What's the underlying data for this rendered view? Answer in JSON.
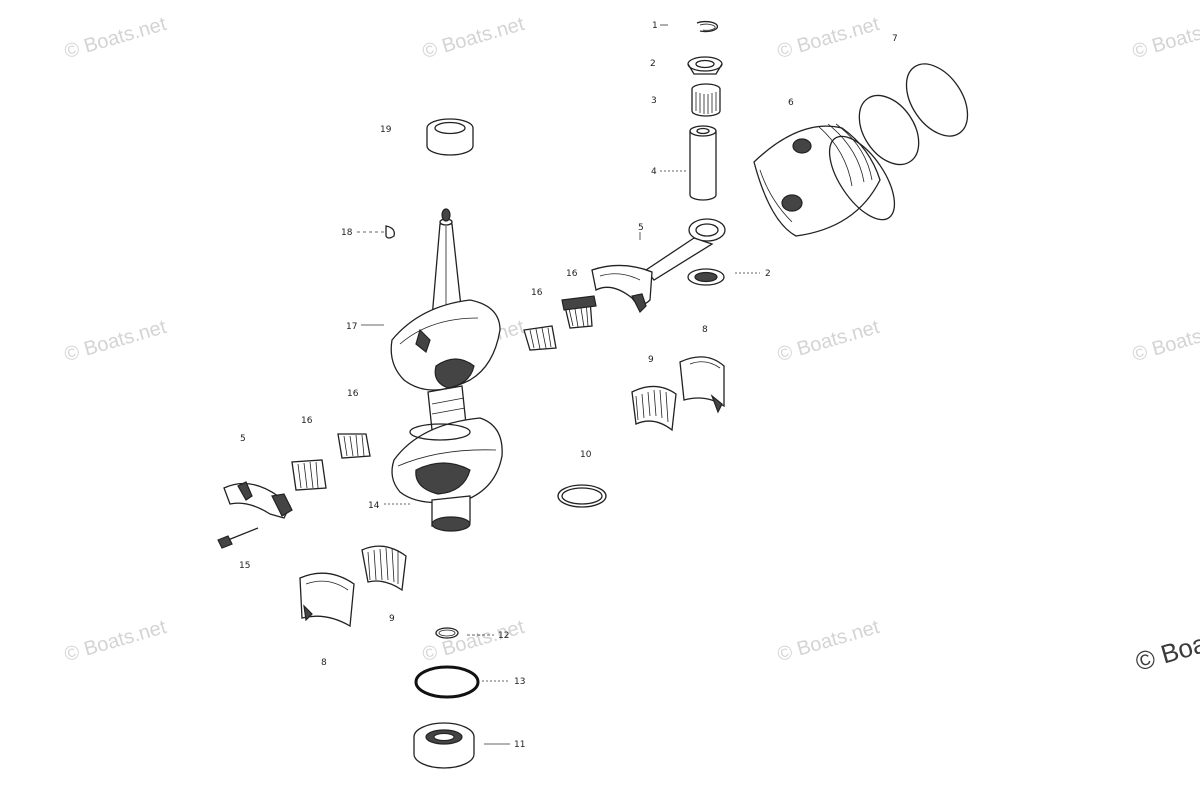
{
  "watermarks": {
    "text": "© Boats.net",
    "corner_text": "© Boa"
  },
  "callouts": {
    "n1": "1",
    "n2a": "2",
    "n2b": "2",
    "n3": "3",
    "n4": "4",
    "n5a": "5",
    "n5b": "5",
    "n6": "6",
    "n7": "7",
    "n8a": "8",
    "n8b": "8",
    "n9a": "9",
    "n9b": "9",
    "n10": "10",
    "n11": "11",
    "n12": "12",
    "n13": "13",
    "n14": "14",
    "n15": "15",
    "n16a": "16",
    "n16b": "16",
    "n16c": "16",
    "n16d": "16",
    "n17": "17",
    "n18": "18",
    "n19": "19"
  }
}
